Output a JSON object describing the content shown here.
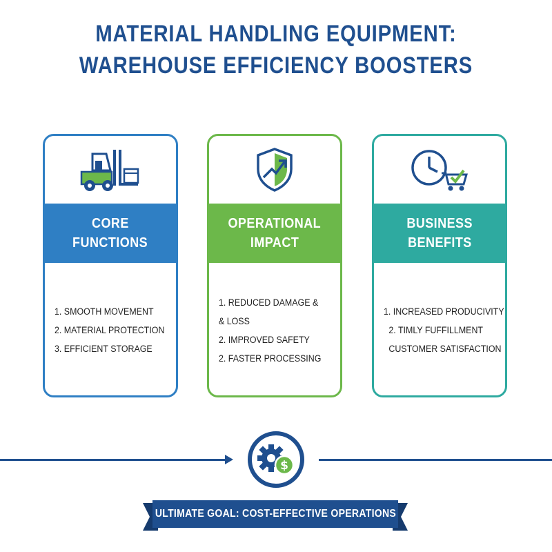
{
  "title": {
    "line1": "MATERIAL HANDLING EQUIPMENT:",
    "line2": "WAREHOUSE EFFICIENCY BOOSTERS"
  },
  "colors": {
    "navy": "#1f4f8f",
    "blue": "#2f7fc4",
    "green": "#6cb84a",
    "teal": "#2eaaa0"
  },
  "cards": [
    {
      "icon": "forklift-icon",
      "heading_line1": "CORE",
      "heading_line2": "FUNCTIONS",
      "items": [
        "1. SMOOTH MOVEMENT",
        "2. MATERIAL PROTECTION",
        "3. EFFICIENT STORAGE"
      ]
    },
    {
      "icon": "shield-growth-icon",
      "heading_line1": "OPERATIONAL",
      "heading_line2": "IMPACT",
      "items": [
        "1. REDUCED DAMAGE &",
        "& LOSS",
        "2. IMPROVED SAFETY",
        "2. FASTER PROCESSING"
      ]
    },
    {
      "icon": "clock-cart-icon",
      "heading_line1": "BUSINESS",
      "heading_line2": "BENEFITS",
      "items": [
        "1. INCREASED PRODUCIVITY",
        "2. TIMLY FUFFILLMENT",
        "CUSTOMER SATISFACTION"
      ]
    }
  ],
  "goal": {
    "icon": "gear-dollar-icon",
    "label": "ULTIMATE GOAL: COST-EFFECTIVE OPERATIONS"
  }
}
